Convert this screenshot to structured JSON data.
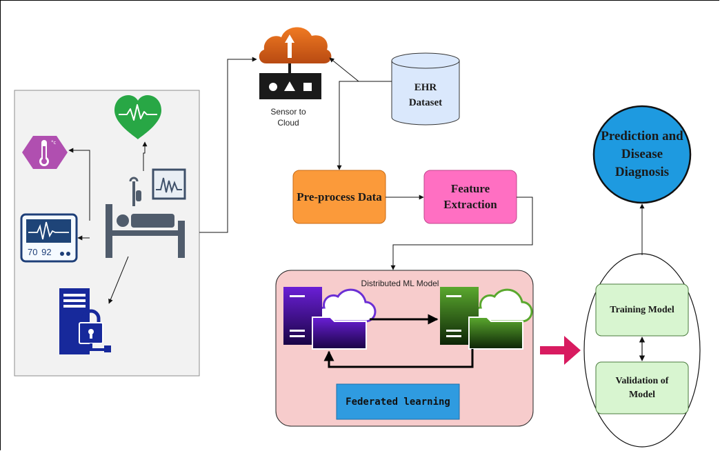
{
  "nodes": {
    "sensor_to_cloud": "Sensor to Cloud",
    "ehr_dataset": "EHR Dataset",
    "preprocess": "Pre-process Data",
    "feature_extraction": "Feature Extraction",
    "distributed_ml": "Distributed ML Model",
    "federated_learning": "Federated learning",
    "prediction": "Prediction and Disease Diagnosis",
    "training_model": "Training Model",
    "validation_model": "Validation of Model"
  },
  "monitor": {
    "reading_1": "70",
    "reading_2": "92"
  },
  "icons": {
    "thermometer": "thermometer-hexagon-icon",
    "heart": "heart-ecg-icon",
    "vital_monitor": "vital-signs-monitor-icon",
    "patient_bed": "patient-bed-icon",
    "ecg_screen": "ecg-screen-icon",
    "secure_server": "secure-server-lock-icon",
    "cloud_gateway": "cloud-gateway-icon",
    "database": "database-cylinder-icon",
    "server_cloud_purple": "server-cloud-folder-icon",
    "server_cloud_green": "server-cloud-folder-icon"
  },
  "colors": {
    "preprocess_fill": "#fb9a3a",
    "feature_fill": "#ff6fc2",
    "ml_panel_fill": "#f7cccc",
    "federated_fill": "#2f9be0",
    "prediction_fill": "#1e9ae0",
    "model_box_fill": "#d8f5d0",
    "big_arrow": "#d81b60",
    "cloud_orange": "#e0651a",
    "server_blue": "#1c2fa0"
  }
}
